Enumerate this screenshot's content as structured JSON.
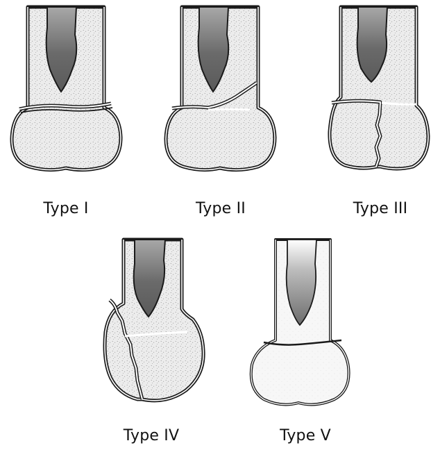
{
  "figure": {
    "labels": [
      "Type I",
      "Type II",
      "Type III",
      "Type IV",
      "Type V"
    ]
  },
  "colors": {
    "outline": "#1a1a1a",
    "bone_fill": "#e9e9e9",
    "stipple": "#8a8a8a",
    "marrow_dark": "#5f5f5f",
    "marrow_light": "#a8a8a8",
    "background": "#ffffff"
  }
}
